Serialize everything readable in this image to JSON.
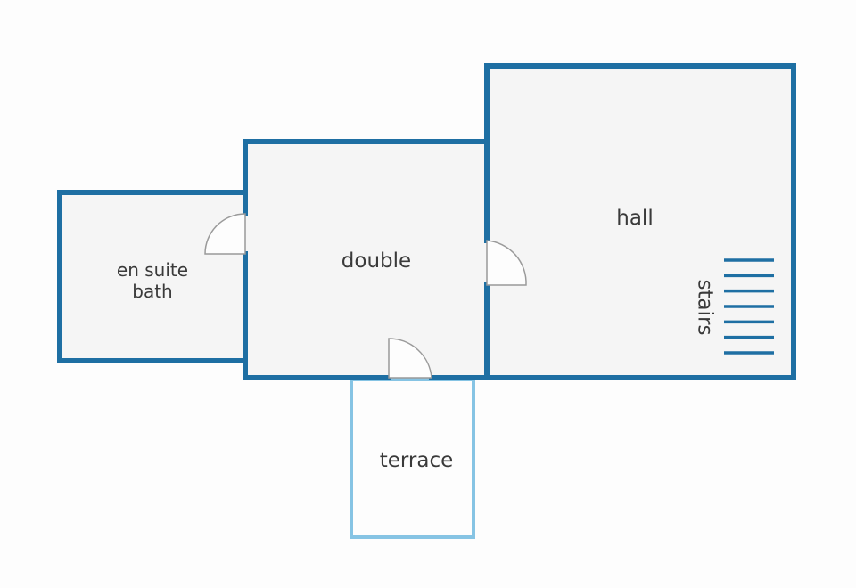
{
  "colors": {
    "wall": "#1e6fa3",
    "terrace_wall": "#86c4e4",
    "floor": "#f5f5f5",
    "background": "#fdfdfd",
    "door": "#9a9a9a",
    "text": "#3a3a3a"
  },
  "rooms": {
    "en_suite": {
      "line1": "en suite",
      "line2": "bath"
    },
    "double": {
      "label": "double"
    },
    "hall": {
      "label": "hall"
    },
    "terrace": {
      "label": "terrace"
    },
    "stairs": {
      "label": "stairs",
      "steps": 7
    }
  }
}
